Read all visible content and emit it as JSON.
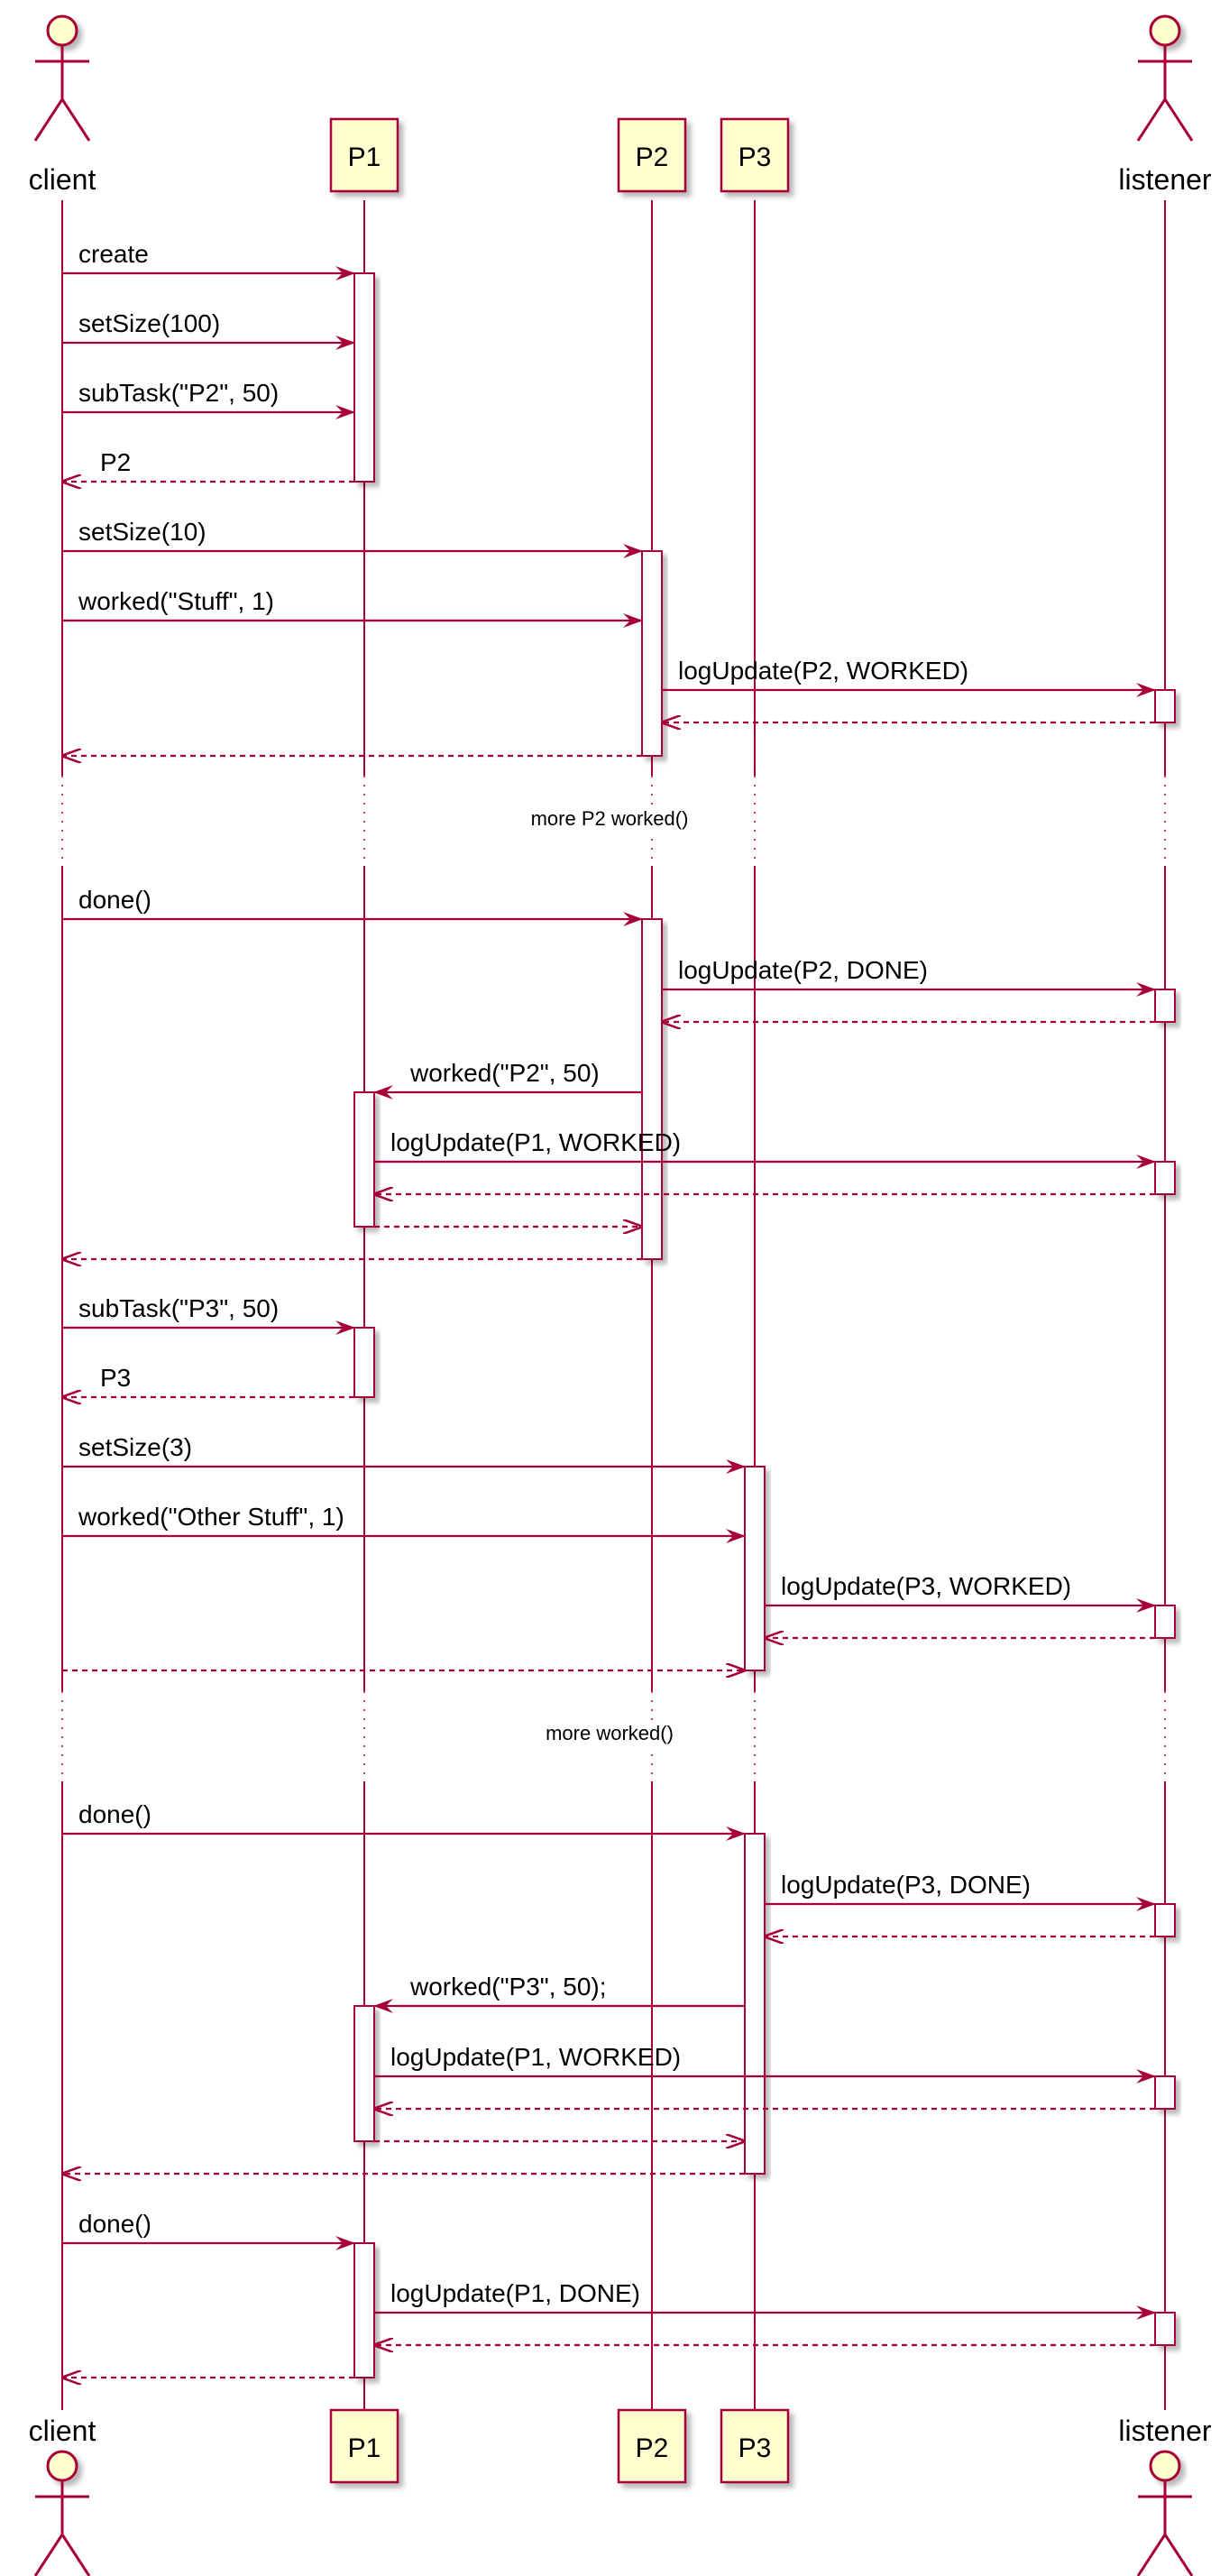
{
  "colors": {
    "line": "#A80036",
    "participant_fill": "#FEFECE",
    "participant_border": "#A80036",
    "text": "#000000",
    "divider_text": "#000000"
  },
  "participants": [
    {
      "id": "client",
      "label": "client",
      "kind": "actor"
    },
    {
      "id": "P1",
      "label": "P1",
      "kind": "box"
    },
    {
      "id": "P2",
      "label": "P2",
      "kind": "box"
    },
    {
      "id": "P3",
      "label": "P3",
      "kind": "box"
    },
    {
      "id": "listener",
      "label": "listener",
      "kind": "actor"
    }
  ],
  "messages": [
    {
      "from": "client",
      "to": "P1",
      "label": "create",
      "dashed": false
    },
    {
      "from": "client",
      "to": "P1",
      "label": "setSize(100)",
      "dashed": false
    },
    {
      "from": "client",
      "to": "P1",
      "label": "subTask(\"P2\", 50)",
      "dashed": false
    },
    {
      "from": "P1",
      "to": "client",
      "label": "P2",
      "dashed": true
    },
    {
      "from": "client",
      "to": "P2",
      "label": "setSize(10)",
      "dashed": false
    },
    {
      "from": "client",
      "to": "P2",
      "label": "worked(\"Stuff\", 1)",
      "dashed": false
    },
    {
      "from": "P2",
      "to": "listener",
      "label": "logUpdate(P2, WORKED)",
      "dashed": false
    },
    {
      "from": "listener",
      "to": "P2",
      "label": "",
      "dashed": true
    },
    {
      "from": "P2",
      "to": "client",
      "label": "",
      "dashed": true
    },
    {
      "from": "client",
      "to": "P2",
      "label": "done()",
      "dashed": false
    },
    {
      "from": "P2",
      "to": "listener",
      "label": "logUpdate(P2, DONE)",
      "dashed": false
    },
    {
      "from": "listener",
      "to": "P2",
      "label": "",
      "dashed": true
    },
    {
      "from": "P2",
      "to": "P1",
      "label": "worked(\"P2\", 50)",
      "dashed": false
    },
    {
      "from": "P1",
      "to": "listener",
      "label": "logUpdate(P1, WORKED)",
      "dashed": false
    },
    {
      "from": "listener",
      "to": "P1",
      "label": "",
      "dashed": true
    },
    {
      "from": "P1",
      "to": "P2",
      "label": "",
      "dashed": true
    },
    {
      "from": "P2",
      "to": "client",
      "label": "",
      "dashed": true
    },
    {
      "from": "client",
      "to": "P1",
      "label": "subTask(\"P3\", 50)",
      "dashed": false
    },
    {
      "from": "P1",
      "to": "client",
      "label": "P3",
      "dashed": true
    },
    {
      "from": "client",
      "to": "P3",
      "label": "setSize(3)",
      "dashed": false
    },
    {
      "from": "client",
      "to": "P3",
      "label": "worked(\"Other Stuff\", 1)",
      "dashed": false
    },
    {
      "from": "P3",
      "to": "listener",
      "label": "logUpdate(P3, WORKED)",
      "dashed": false
    },
    {
      "from": "listener",
      "to": "P3",
      "label": "",
      "dashed": true
    },
    {
      "from": "client",
      "to": "P3",
      "label": "",
      "dashed": true
    },
    {
      "from": "client",
      "to": "P3",
      "label": "done()",
      "dashed": false
    },
    {
      "from": "P3",
      "to": "listener",
      "label": "logUpdate(P3, DONE)",
      "dashed": false
    },
    {
      "from": "listener",
      "to": "P3",
      "label": "",
      "dashed": true
    },
    {
      "from": "P3",
      "to": "P1",
      "label": "worked(\"P3\", 50);",
      "dashed": false
    },
    {
      "from": "P1",
      "to": "listener",
      "label": "logUpdate(P1, WORKED)",
      "dashed": false
    },
    {
      "from": "listener",
      "to": "P1",
      "label": "",
      "dashed": true
    },
    {
      "from": "P1",
      "to": "P3",
      "label": "",
      "dashed": true
    },
    {
      "from": "P3",
      "to": "client",
      "label": "",
      "dashed": true
    },
    {
      "from": "client",
      "to": "P1",
      "label": "done()",
      "dashed": false
    },
    {
      "from": "P1",
      "to": "listener",
      "label": "logUpdate(P1, DONE)",
      "dashed": false
    },
    {
      "from": "listener",
      "to": "P1",
      "label": "",
      "dashed": true
    },
    {
      "from": "P1",
      "to": "client",
      "label": "",
      "dashed": true
    }
  ],
  "dividers": [
    {
      "label": "more P2 worked()"
    },
    {
      "label": "more worked()"
    }
  ]
}
